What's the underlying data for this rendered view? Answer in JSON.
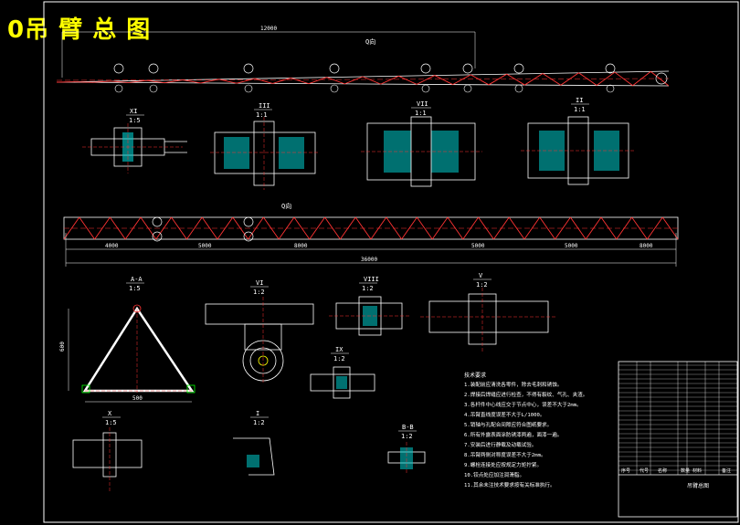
{
  "title": "0吊 臂 总 图",
  "top_view": {
    "label": "Q向",
    "dim": "12000"
  },
  "side_view": {
    "label": "Q向",
    "dims": [
      "4000",
      "5000",
      "8000",
      "5000",
      "5000",
      "8000"
    ],
    "total": "36000"
  },
  "details": {
    "xi": {
      "roman": "XI",
      "scale": "1:5"
    },
    "iii": {
      "roman": "III",
      "scale": "1:1"
    },
    "vii": {
      "roman": "VII",
      "scale": "1:1"
    },
    "ii": {
      "roman": "II",
      "scale": "1:1"
    },
    "aa": {
      "roman": "A-A",
      "scale": "1:5",
      "dim_h": "500",
      "dim_v": "600"
    },
    "vi": {
      "roman": "VI",
      "scale": "1:2"
    },
    "viii": {
      "roman": "VIII",
      "scale": "1:2"
    },
    "v": {
      "roman": "V",
      "scale": "1:2"
    },
    "ix": {
      "roman": "IX",
      "scale": "1:2"
    },
    "x": {
      "roman": "X",
      "scale": "1:5"
    },
    "i": {
      "roman": "I",
      "scale": "1:2"
    },
    "bb": {
      "roman": "B-B",
      "scale": "1:2"
    }
  },
  "notes_title": "技术要求",
  "notes": [
    "1.装配前应清洗各零件，除去毛刺和锈蚀。",
    "2.焊接后焊缝应进行检查，不得有裂纹、气孔、夹渣。",
    "3.各杆件中心线应交于节点中心，误差不大于2mm。",
    "4.吊臂直线度误差不大于L/1000。",
    "5.销轴与孔配合间隙应符合图纸要求。",
    "6.所有外露表面涂防锈漆两遍，面漆一遍。",
    "7.安装后进行静载及动载试验。",
    "8.吊臂两侧对称度误差不大于2mm。",
    "9.螺栓连接处应按规定力矩拧紧。",
    "10.铰点处应加注润滑脂。",
    "11.其余未注技术要求按有关标准执行。"
  ],
  "title_block": {
    "header": [
      "序号",
      "代号",
      "名称",
      "数量",
      "材料",
      "备注"
    ],
    "drawing_name": "吊臂总图"
  }
}
